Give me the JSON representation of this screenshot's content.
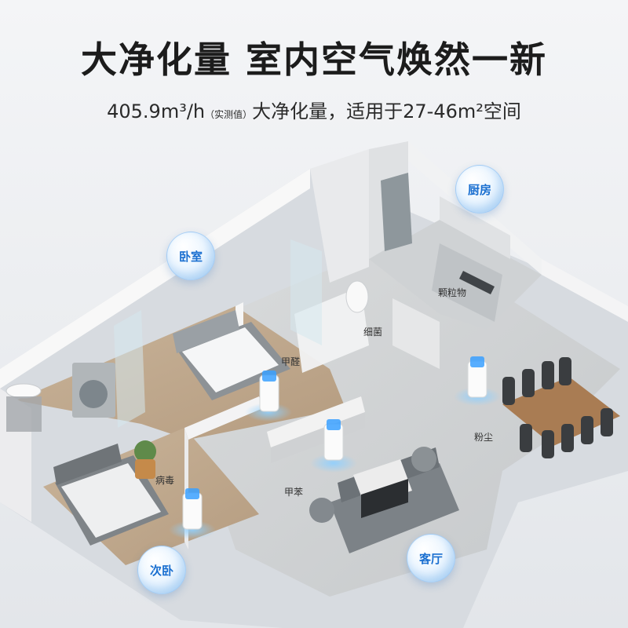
{
  "header": {
    "title": "大净化量  室内空气焕然一新",
    "subtitle_value": "405.9m³/h",
    "subtitle_note": "（实测值）",
    "subtitle_rest": "大净化量，适用于27-46m²空间"
  },
  "rooms": {
    "bedroom": "卧室",
    "kitchen": "厨房",
    "second_bedroom": "次卧",
    "living_room": "客厅"
  },
  "pollutants": {
    "particles": "颗粒物",
    "bacteria": "细菌",
    "formaldehyde": "甲醛",
    "dust": "粉尘",
    "virus": "病毒",
    "benzene": "甲苯"
  },
  "colors": {
    "accent": "#1a6fd0",
    "purifier_glow": "#3aa0ff"
  }
}
